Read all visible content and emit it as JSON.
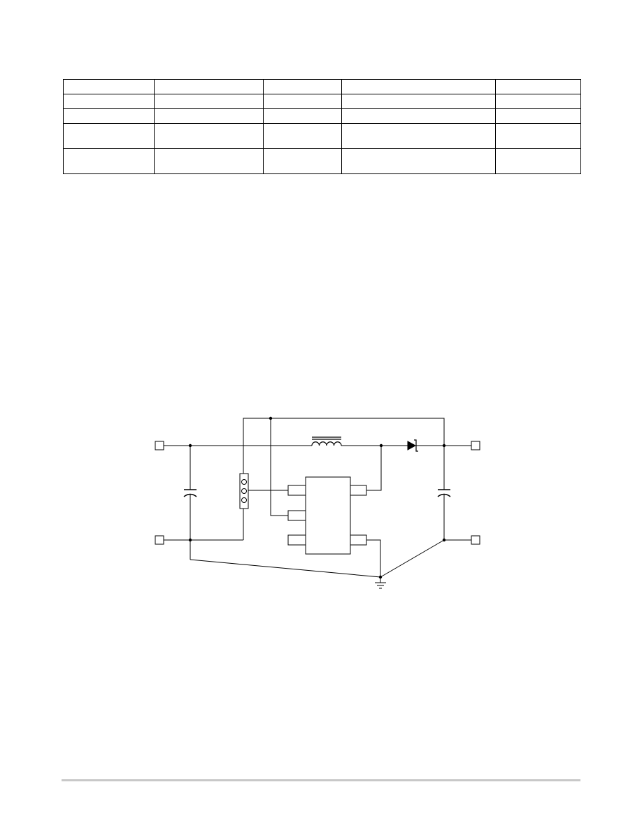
{
  "table": {
    "rows": [
      [
        "",
        "",
        "",
        "",
        ""
      ],
      [
        "",
        "",
        "",
        "",
        ""
      ],
      [
        "",
        "",
        "",
        "",
        ""
      ],
      [
        "",
        "",
        "",
        "",
        ""
      ],
      [
        "",
        "",
        "",
        "",
        ""
      ]
    ]
  },
  "schematic": {
    "components": [
      {
        "id": "input-terminal-positive",
        "kind": "terminal"
      },
      {
        "id": "input-terminal-negative",
        "kind": "terminal"
      },
      {
        "id": "output-terminal-positive",
        "kind": "terminal"
      },
      {
        "id": "output-terminal-negative",
        "kind": "terminal"
      },
      {
        "id": "input-capacitor",
        "kind": "capacitor"
      },
      {
        "id": "output-capacitor",
        "kind": "capacitor"
      },
      {
        "id": "inductor",
        "kind": "inductor"
      },
      {
        "id": "schottky-diode",
        "kind": "diode"
      },
      {
        "id": "three-pin-jumper",
        "kind": "jumper"
      },
      {
        "id": "ic-package",
        "kind": "ic",
        "pins": 5
      },
      {
        "id": "ground-symbol",
        "kind": "ground"
      }
    ],
    "line_color": "#000000",
    "rule_color": "#c8c8c8"
  }
}
